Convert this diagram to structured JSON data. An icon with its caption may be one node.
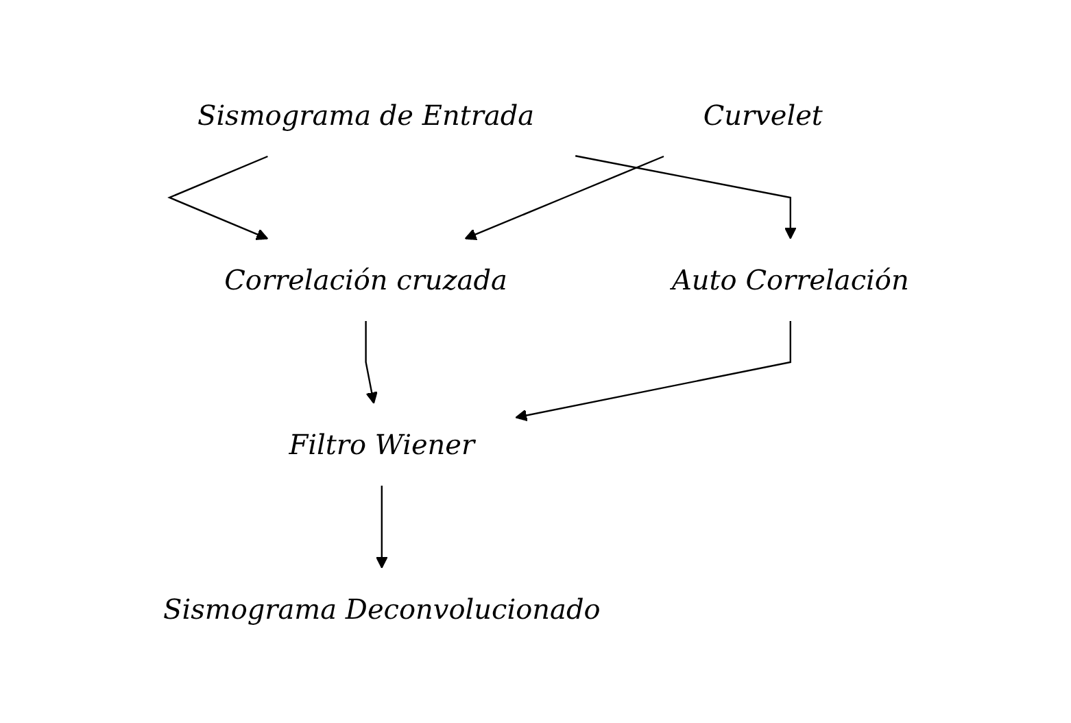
{
  "diagram": {
    "nodes": [
      {
        "text": [
          "Sismograma de Entrada"
        ]
      },
      {
        "text": [
          "Correlación cruzada"
        ]
      },
      {
        "text": [
          "Curvelet"
        ]
      },
      {
        "text": [
          "Auto Correlación"
        ]
      },
      {
        "text": [
          "Filtro Wiener"
        ]
      },
      {
        "text": [
          "Sismograma Deconvolucionado"
        ]
      }
    ],
    "edges": [
      {
        "from": 0,
        "to": 1,
        "arrow": "to"
      },
      {
        "from": 2,
        "to": 1,
        "arrow": "to"
      },
      {
        "from": 0,
        "to": 3,
        "arrow": "to"
      },
      {
        "from": 1,
        "to": 4,
        "arrow": "to"
      },
      {
        "from": 3,
        "to": 4,
        "arrow": "to"
      },
      {
        "from": 4,
        "to": 5,
        "arrow": "to"
      }
    ]
  }
}
